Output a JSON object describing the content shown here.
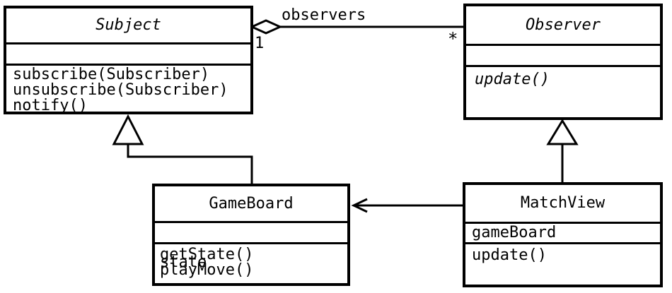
{
  "canvas": {
    "background": "#ffffff",
    "line_color": "#000000"
  },
  "classes": {
    "subject": {
      "name": "Subject",
      "abstract": true,
      "attributes": [],
      "methods": [
        "subscribe(Subscriber)",
        "unsubscribe(Subscriber)",
        "notify()"
      ]
    },
    "observer": {
      "name": "Observer",
      "abstract": true,
      "attributes": [],
      "methods": [
        "update()"
      ]
    },
    "gameboard": {
      "name": "GameBoard",
      "abstract": false,
      "attributes": [
        "state"
      ],
      "methods": [
        "getState()",
        "playMove()"
      ]
    },
    "matchview": {
      "name": "MatchView",
      "abstract": false,
      "attributes": [
        "gameBoard"
      ],
      "methods": [
        "update()"
      ]
    }
  },
  "relationships": {
    "aggregation": {
      "type": "aggregation",
      "from": "Subject",
      "to": "Observer",
      "label": "observers",
      "from_multiplicity": "1",
      "to_multiplicity": "*"
    },
    "gameboard_generalization": {
      "type": "generalization",
      "from": "GameBoard",
      "to": "Subject"
    },
    "matchview_generalization": {
      "type": "generalization",
      "from": "MatchView",
      "to": "Observer"
    },
    "association": {
      "type": "directed_association",
      "from": "MatchView",
      "to": "GameBoard"
    }
  }
}
